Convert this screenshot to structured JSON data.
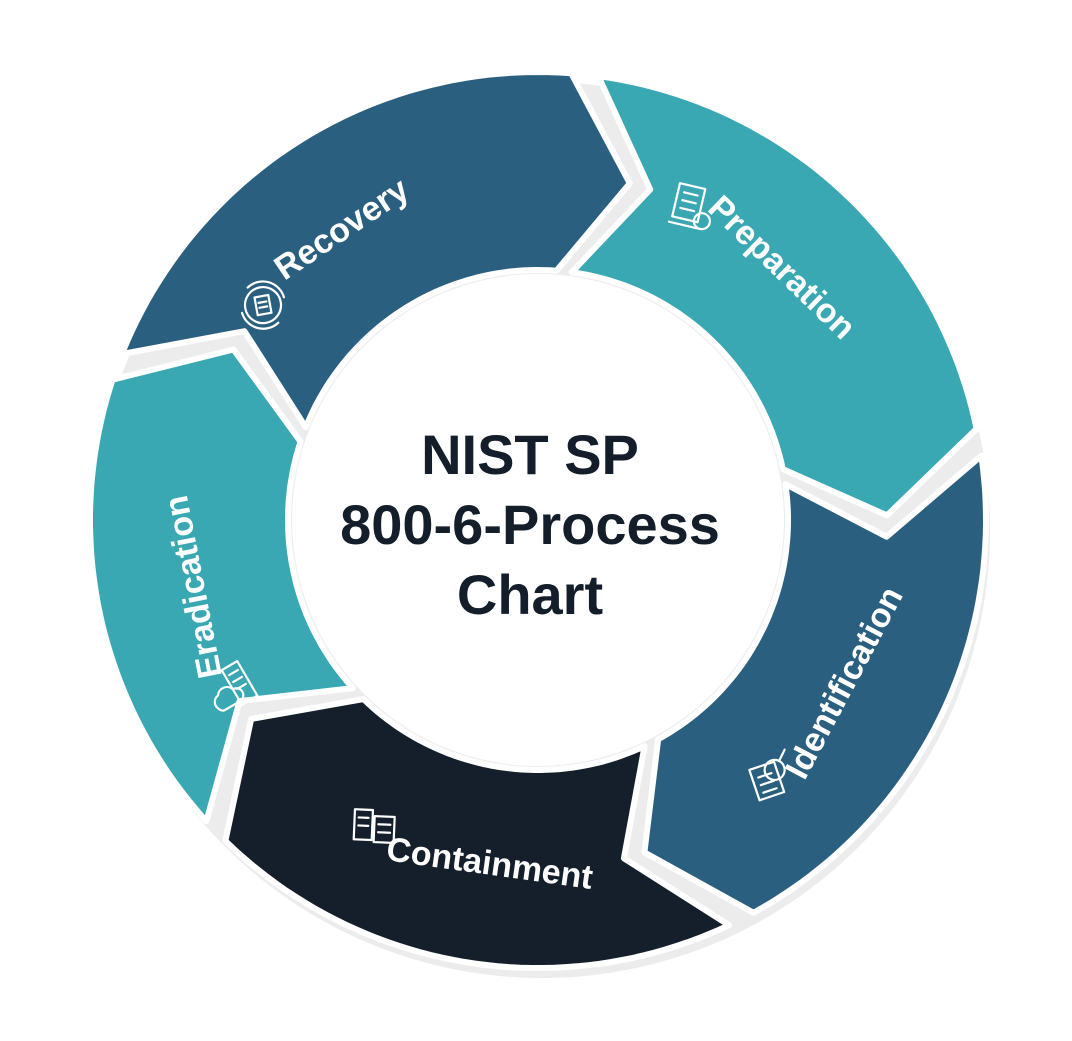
{
  "center_title": {
    "line1": "NIST SP",
    "line2": "800-6-Process",
    "line3": "Chart"
  },
  "segments": [
    {
      "id": "recovery",
      "label": "Recovery",
      "icon": "gear-document-cycle-icon",
      "color": "#2b5f7f"
    },
    {
      "id": "preparation",
      "label": "Preparation",
      "icon": "checklist-document-icon",
      "color": "#3aa8b3"
    },
    {
      "id": "identification",
      "label": "Identification",
      "icon": "magnifier-document-icon",
      "color": "#2b5f7f"
    },
    {
      "id": "containment",
      "label": "Containment",
      "icon": "server-document-icon",
      "color": "#151f2c"
    },
    {
      "id": "eradication",
      "label": "Eradication",
      "icon": "cloud-building-icon",
      "color": "#3aa8b3"
    }
  ],
  "colors": {
    "center_text": "#141e2a",
    "label_text": "#ffffff",
    "ring_shadow": "#c8c8c8"
  }
}
